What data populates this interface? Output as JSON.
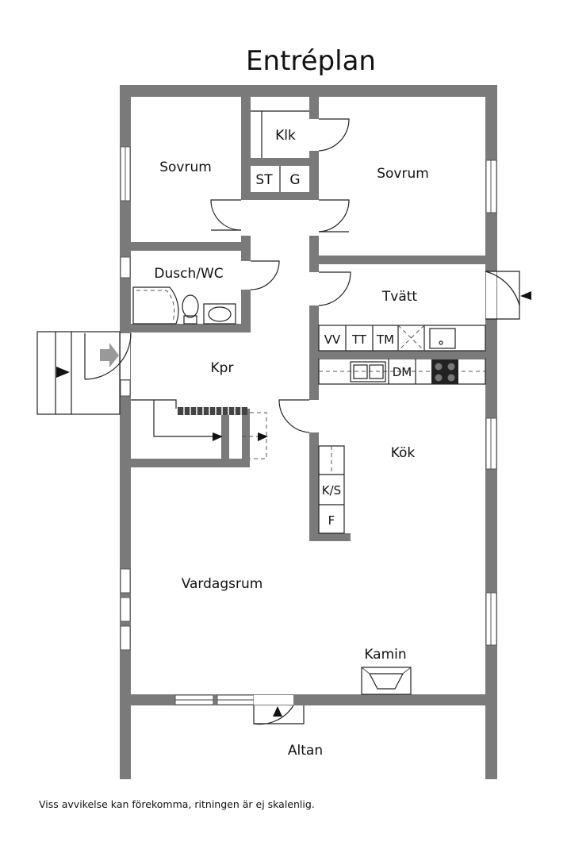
{
  "title": "Entréplan",
  "rooms": {
    "sovrum_left": "Sovrum",
    "klk": "Klk",
    "st": "ST",
    "g": "G",
    "sovrum_right": "Sovrum",
    "dusch_wc": "Dusch/WC",
    "tvatt": "Tvätt",
    "kpr": "Kpr",
    "kok": "Kök",
    "vardagsrum": "Vardagsrum",
    "kamin": "Kamin",
    "altan": "Altan"
  },
  "fixtures": {
    "vv": "VV",
    "tt": "TT",
    "tm": "TM",
    "dm": "DM",
    "ks": "K/S",
    "f": "F"
  },
  "disclaimer": "Viss avvikelse kan förekomma, ritningen är ej skalenlig.",
  "colors": {
    "wall": "#7a7a7a",
    "line": "#222222",
    "background": "#ffffff"
  }
}
